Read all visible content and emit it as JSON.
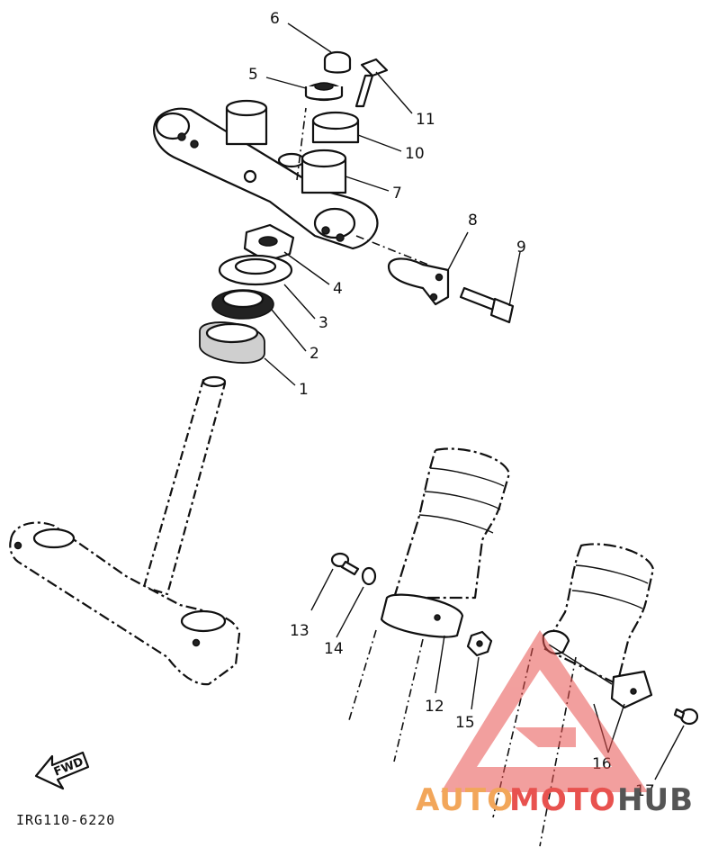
{
  "diagram": {
    "drawing_code": "IRG110-6220",
    "direction_label": "FWD",
    "callouts": [
      "1",
      "2",
      "3",
      "4",
      "5",
      "6",
      "7",
      "8",
      "9",
      "10",
      "11",
      "12",
      "13",
      "14",
      "15",
      "16",
      "17"
    ]
  },
  "watermark": {
    "text_a": "AUTO",
    "text_b": "MOTO",
    "text_c": "HUB",
    "colors": {
      "orange": "#f2a65a",
      "red": "#e8524f",
      "gray": "#555555"
    }
  }
}
